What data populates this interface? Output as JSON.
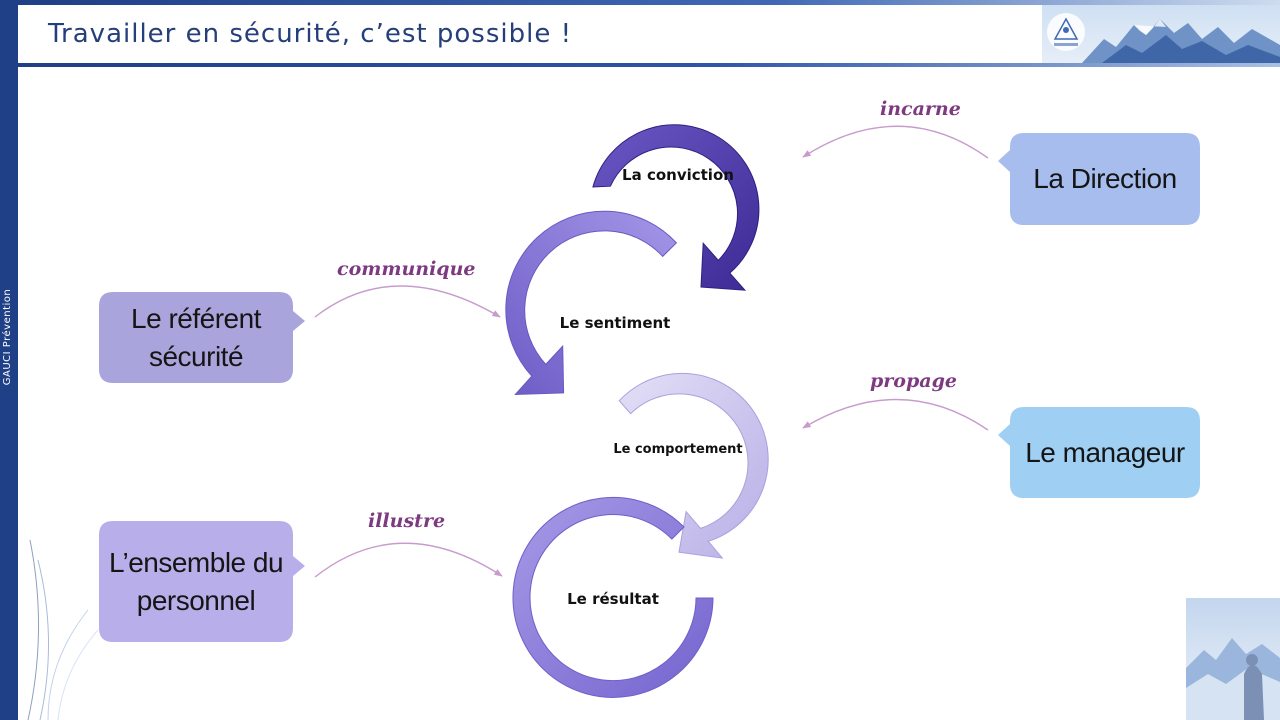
{
  "header": {
    "title": "Travailler en sécurité, c’est possible !",
    "side_label": "GAUCI Prévention"
  },
  "cycle": {
    "steps": [
      {
        "label": "La conviction",
        "color": "#5540ad"
      },
      {
        "label": "Le sentiment",
        "color": "#8a78dc"
      },
      {
        "label": "Le comportement",
        "color": "#c8c3ec"
      },
      {
        "label": "Le résultat",
        "color": "#8d7edd"
      }
    ]
  },
  "actors": [
    {
      "label": "La Direction",
      "verb": "incarne",
      "color": "#a7bdee"
    },
    {
      "label": "Le référent sécurité",
      "verb": "communique",
      "color": "#aaa4dc"
    },
    {
      "label": "Le manageur",
      "verb": "propage",
      "color": "#9fcff2"
    },
    {
      "label": "L’ensemble du personnel",
      "verb": "illustre",
      "color": "#b8aeea"
    }
  ],
  "colors": {
    "brand": "#1f3f86",
    "verb": "#7d3a80",
    "connector": "#c79ccc"
  }
}
